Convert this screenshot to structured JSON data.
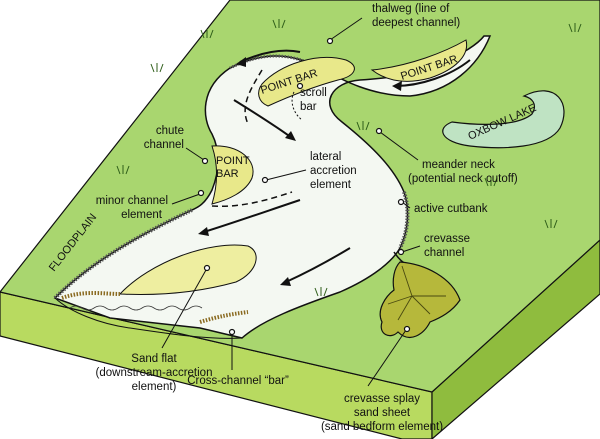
{
  "labels": {
    "thalweg_1": "thalweg (line of",
    "thalweg_2": "deepest channel)",
    "point_bar_top": "POINT BAR",
    "point_bar_right": "POINT BAR",
    "point_bar_mid_1": "POINT",
    "point_bar_mid_2": "BAR",
    "scroll_bar_1": "scroll",
    "scroll_bar_2": "bar",
    "oxbow_lake": "OXBOW LAKE",
    "chute_channel_1": "chute",
    "chute_channel_2": "channel",
    "lateral_accretion_1": "lateral",
    "lateral_accretion_2": "accretion",
    "lateral_accretion_3": "element",
    "meander_neck_1": "meander neck",
    "meander_neck_2": "(potential neck cutoff)",
    "minor_channel_1": "minor channel",
    "minor_channel_2": "element",
    "active_cutbank": "active cutbank",
    "floodplain": "FLOODPLAIN",
    "crevasse_channel_1": "crevasse",
    "crevasse_channel_2": "channel",
    "sand_flat_1": "Sand flat",
    "sand_flat_2": "(downstream-accretion",
    "sand_flat_3": "element)",
    "cross_channel_bar": "Cross-channel “bar”",
    "crevasse_splay_1": "crevasse splay",
    "crevasse_splay_2": "sand sheet",
    "crevasse_splay_3": "(sand bedform element)"
  },
  "colors": {
    "floodplain_top": "#a9d66f",
    "block_front": "#b8da60",
    "block_side": "#8fbc3e",
    "channel": "#f4f8f2",
    "point_bar": "#e8e88a",
    "sand_flat": "#eeeea0",
    "oxbow_lake": "#bfe3c3",
    "crevasse_splay": "#b6b83b",
    "outline": "#111111"
  }
}
